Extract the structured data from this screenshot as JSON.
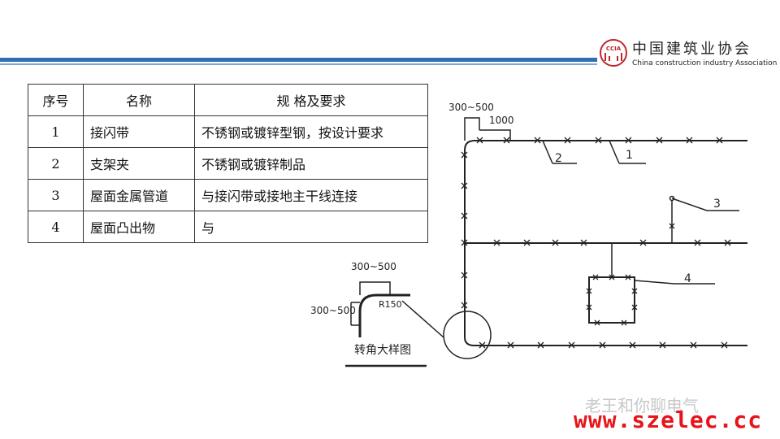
{
  "header": {
    "org_cn": "中国建筑业协会",
    "org_en": "China construction industry Association",
    "logo_text": "CCIA"
  },
  "table": {
    "headers": [
      "序号",
      "名称",
      "规 格及要求"
    ],
    "rows": [
      [
        "1",
        "接闪带",
        "不锈钢或镀锌型钢，按设计要求"
      ],
      [
        "2",
        "支架夹",
        "不锈钢或镀锌制品"
      ],
      [
        "3",
        "屋面金属管道",
        "与接闪带或接地主干线连接"
      ],
      [
        "4",
        "屋面凸出物",
        "与"
      ]
    ]
  },
  "diagram": {
    "dim_top": "300~500",
    "dim_spacing": "1000",
    "label_1": "1",
    "label_2": "2",
    "label_3": "3",
    "label_4": "4",
    "detail_dim_top": "300~500",
    "detail_dim_side": "300~500",
    "detail_radius": "R150",
    "detail_caption": "转角大样图"
  },
  "watermark": {
    "line1": "老王和你聊电气",
    "line2": "www.szelec.cc"
  }
}
